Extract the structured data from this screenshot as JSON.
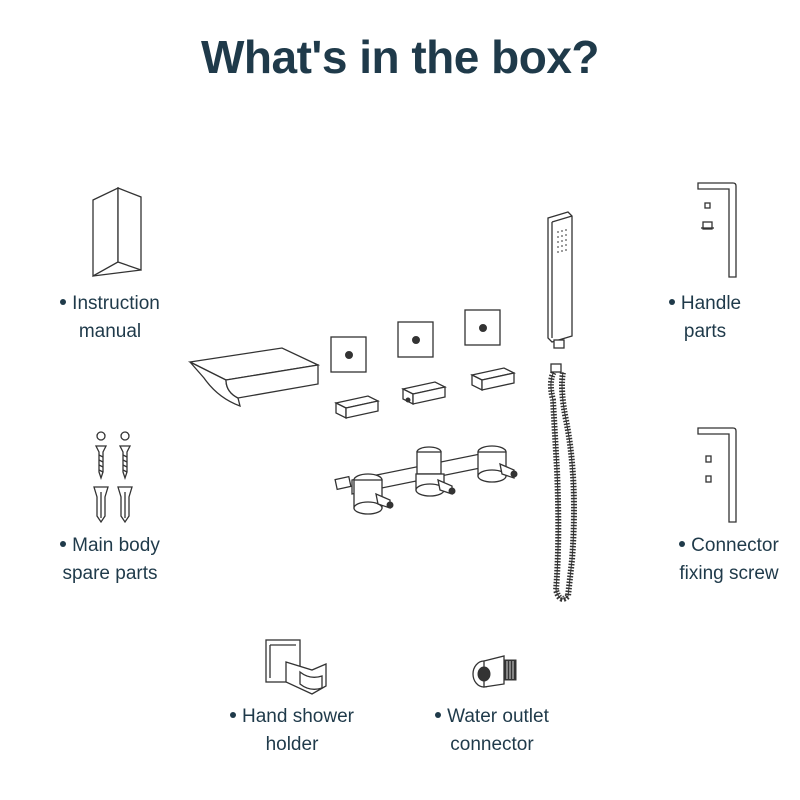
{
  "title": "What's in the box?",
  "items": {
    "instruction_manual": {
      "line1": "Instruction",
      "line2": "manual"
    },
    "handle_parts": {
      "line1": "Handle",
      "line2": "parts"
    },
    "main_body_spare_parts": {
      "line1": "Main body",
      "line2": "spare parts"
    },
    "connector_fixing_screw": {
      "line1": "Connector",
      "line2": "fixing screw"
    },
    "hand_shower_holder": {
      "line1": "Hand shower",
      "line2": "holder"
    },
    "water_outlet_connector": {
      "line1": "Water outlet",
      "line2": "connector"
    }
  },
  "colors": {
    "text": "#1f3a4a",
    "line_art": "#333333",
    "background": "#ffffff"
  }
}
